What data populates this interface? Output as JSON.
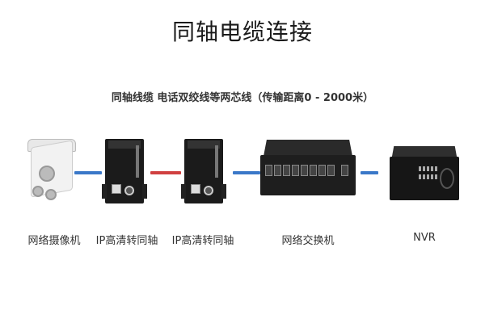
{
  "title": "同轴电缆连接",
  "subtitle": "同轴线缆 电话双绞线等两芯线（传输距离0 - 2000米）",
  "devices": [
    {
      "id": "camera",
      "label": "网络摄像机"
    },
    {
      "id": "converter-1",
      "label": "IP高清转同轴"
    },
    {
      "id": "converter-2",
      "label": "IP高清转同轴"
    },
    {
      "id": "switch",
      "label": "网络交换机"
    },
    {
      "id": "nvr",
      "label": "NVR"
    }
  ],
  "links": [
    {
      "from": "camera",
      "to": "converter-1",
      "type": "network",
      "color": "#3a78c8"
    },
    {
      "from": "converter-1",
      "to": "converter-2",
      "type": "coax",
      "color": "#d04040"
    },
    {
      "from": "converter-2",
      "to": "switch",
      "type": "network",
      "color": "#3a78c8"
    },
    {
      "from": "switch",
      "to": "nvr",
      "type": "network",
      "color": "#3a78c8"
    }
  ]
}
